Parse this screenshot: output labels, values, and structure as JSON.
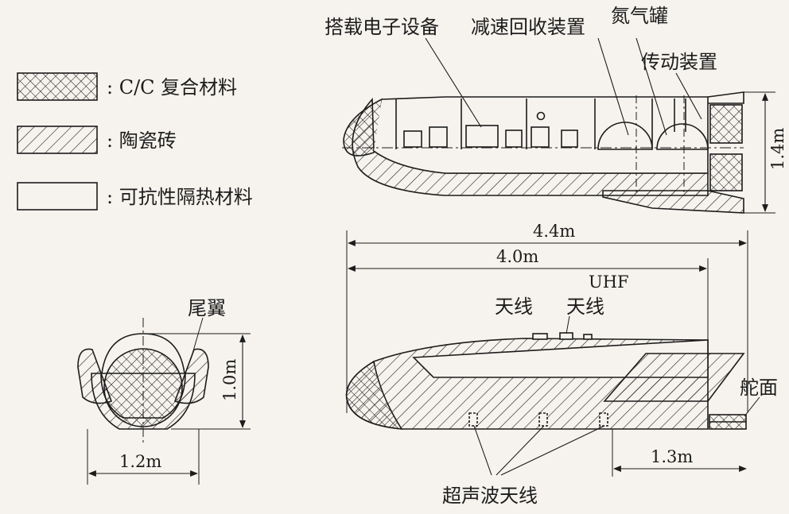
{
  "legend": {
    "cc_composite": ": C/C 复合材料",
    "ceramic_tile": ": 陶瓷砖",
    "flexible_insulation": ": 可抗性隔热材料"
  },
  "labels": {
    "electronics": "搭载电子设备",
    "recovery": "减速回收装置",
    "nitrogen_tank": "氮气罐",
    "actuator": "传动装置",
    "height": "1.4m",
    "length_total": "4.4m",
    "length_body": "4.0m",
    "uhf": "UHF",
    "antenna_1": "天线",
    "antenna_2": "天线",
    "rudder": "舵面",
    "tail_fin": "尾翼",
    "width": "1.2m",
    "section_height": "1.0m",
    "rudder_length": "1.3m",
    "ultrasonic": "超声波天线"
  },
  "colors": {
    "ink": "#1c1c1c",
    "paper": "#f6f3ee"
  }
}
